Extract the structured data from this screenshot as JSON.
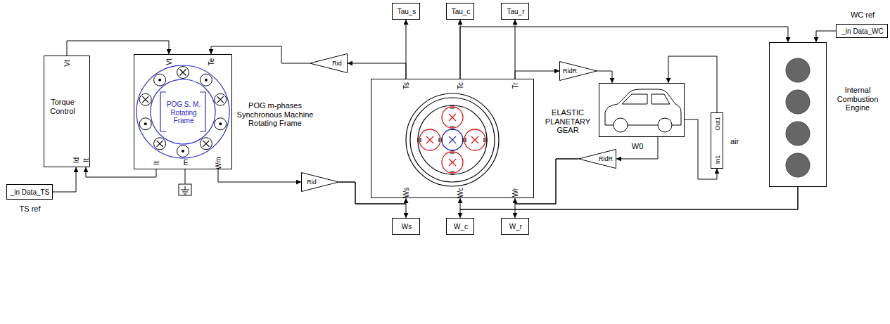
{
  "diagram": {
    "nodes": [
      {
        "text": [
          "_in Data_TS",
          "TS ref"
        ]
      },
      {
        "text": [
          "Vt",
          "Torque Control",
          "Id",
          "It"
        ]
      },
      {
        "text": [
          "Vt",
          "Te",
          "POG S. M. Rotating Frame",
          "It",
          "E",
          "Wm",
          "POG m-phases Synchronous Machine Rotating Frame"
        ]
      },
      {
        "text": [
          "Rid"
        ]
      },
      {
        "text": [
          "Rid"
        ]
      },
      {
        "text": [
          "Tau_s"
        ]
      },
      {
        "text": [
          "Tau_c"
        ]
      },
      {
        "text": [
          "Tau_r"
        ]
      },
      {
        "text": [
          "Ts",
          "Tc",
          "Tr",
          "Ws",
          "Wc",
          "Wr",
          "ELASTIC PLANETARY GEAR"
        ]
      },
      {
        "text": [
          "Ws"
        ]
      },
      {
        "text": [
          "W_c"
        ]
      },
      {
        "text": [
          "W_r"
        ]
      },
      {
        "text": [
          "RidR"
        ]
      },
      {
        "text": [
          "RidR"
        ]
      },
      {
        "text": [
          "W0"
        ]
      },
      {
        "text": [
          "In1",
          "Out1",
          "air"
        ]
      },
      {
        "text": [
          "Internal Combustion Engine"
        ]
      },
      {
        "text": [
          "_in Data_WC",
          "WC ref"
        ]
      }
    ],
    "edges": [
      {
        "from": 0,
        "to": 1,
        "arrow": "to"
      },
      {
        "from": 2,
        "to": 1,
        "arrow": "to"
      },
      {
        "from": 1,
        "to": 2,
        "arrow": "to"
      },
      {
        "from": 3,
        "to": 2,
        "arrow": "to"
      },
      {
        "from": 8,
        "to": 3,
        "arrow": "to"
      },
      {
        "from": 8,
        "to": 5,
        "arrow": "to"
      },
      {
        "from": 8,
        "to": 6,
        "arrow": "to"
      },
      {
        "from": 8,
        "to": 16,
        "arrow": "to"
      },
      {
        "from": 8,
        "to": 7,
        "arrow": "to"
      },
      {
        "from": 8,
        "to": 12,
        "arrow": "to"
      },
      {
        "from": 12,
        "to": 14,
        "arrow": "to"
      },
      {
        "from": 14,
        "to": 15,
        "arrow": "to"
      },
      {
        "from": 15,
        "to": 14,
        "arrow": "to"
      },
      {
        "from": 14,
        "to": 13,
        "arrow": "to"
      },
      {
        "from": 13,
        "to": 8,
        "arrow": "to"
      },
      {
        "from": 13,
        "to": 11,
        "arrow": "to"
      },
      {
        "from": 16,
        "to": 8,
        "arrow": "to"
      },
      {
        "from": 16,
        "to": 10,
        "arrow": "to"
      },
      {
        "from": 4,
        "to": 8,
        "arrow": "to"
      },
      {
        "from": 4,
        "to": 9,
        "arrow": "to"
      },
      {
        "from": 2,
        "to": 4,
        "arrow": "to"
      },
      {
        "from": 17,
        "to": 16,
        "arrow": "to"
      }
    ]
  }
}
